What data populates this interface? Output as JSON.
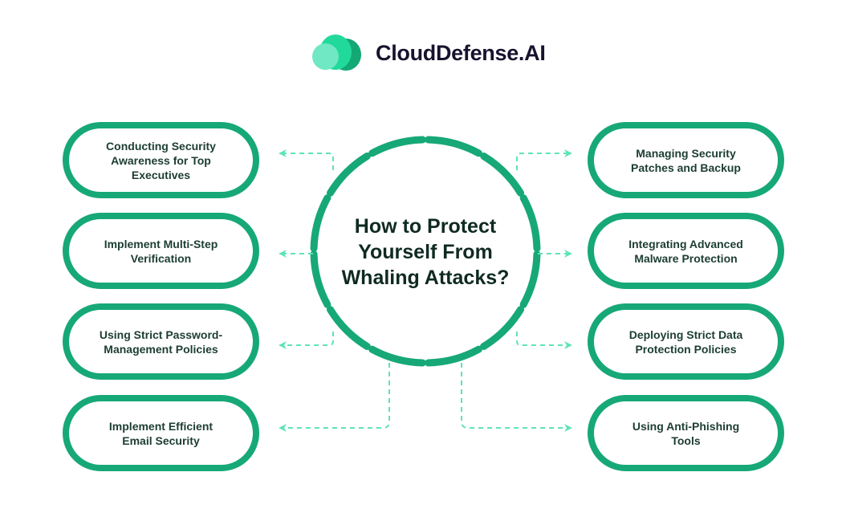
{
  "brand": {
    "name": "CloudDefense.AI",
    "logo_icon": "cloud-logo-icon",
    "colors": {
      "logo_back": "#14a874",
      "logo_mid": "#22d99c",
      "logo_front": "#6fe8c3",
      "text": "#17122e"
    }
  },
  "diagram": {
    "center_title": "How to Protect Yourself From Whaling Attacks?",
    "accent_color": "#17a877",
    "connector_color": "#5fe3b6",
    "left_items": [
      {
        "label": "Conducting Security Awareness for Top Executives"
      },
      {
        "label": "Implement Multi-Step Verification"
      },
      {
        "label": "Using Strict Password-Management Policies"
      },
      {
        "label": "Implement Efficient Email Security"
      }
    ],
    "right_items": [
      {
        "label": "Managing Security Patches and Backup"
      },
      {
        "label": "Integrating Advanced Malware Protection"
      },
      {
        "label": "Deploying Strict Data Protection Policies"
      },
      {
        "label": "Using Anti-Phishing Tools"
      }
    ]
  }
}
